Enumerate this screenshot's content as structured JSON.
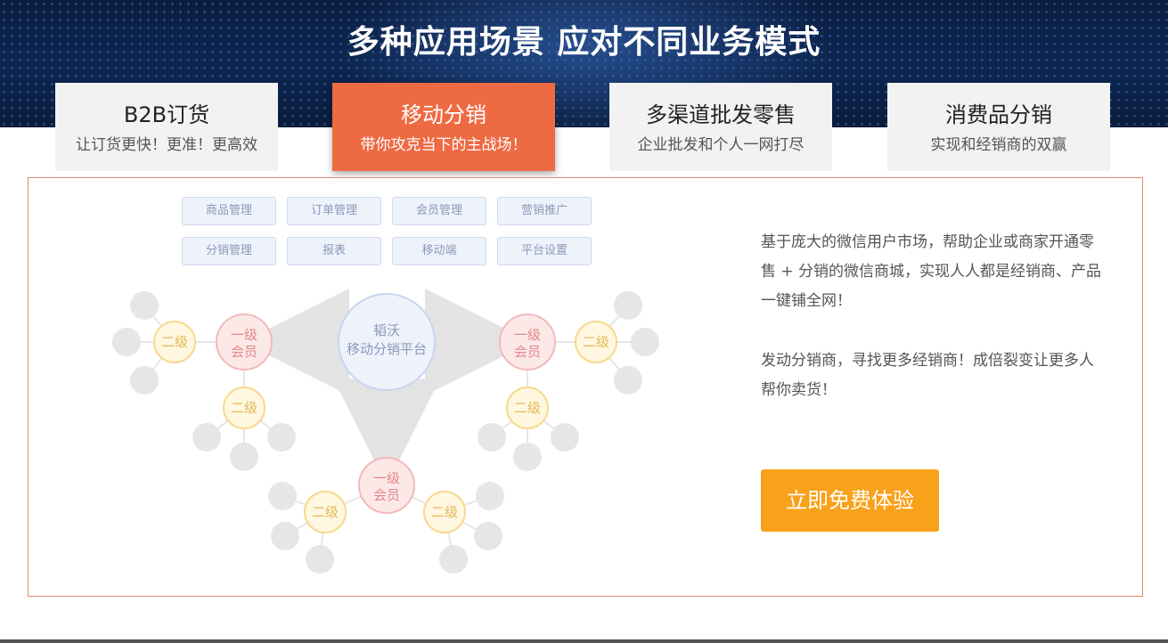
{
  "header": {
    "title": "多种应用场景 应对不同业务模式"
  },
  "tabs": [
    {
      "title": "B2B订货",
      "subtitle": "让订货更快！更准！更高效"
    },
    {
      "title": "移动分销",
      "subtitle": "带你攻克当下的主战场！"
    },
    {
      "title": "多渠道批发零售",
      "subtitle": "企业批发和个人一网打尽"
    },
    {
      "title": "消费品分销",
      "subtitle": "实现和经销商的双赢"
    }
  ],
  "diagram": {
    "modules": [
      "商品管理",
      "订单管理",
      "会员管理",
      "营销推广",
      "分销管理",
      "报表",
      "移动端",
      "平台设置"
    ],
    "center_line1": "韬沃",
    "center_line2": "移动分销平台",
    "level1_line1": "一级",
    "level1_line2": "会员",
    "level2_label": "二级"
  },
  "content": {
    "paragraph1": "基于庞大的微信用户市场，帮助企业或商家开通零 售 + 分销的微信商城，实现人人都是经销商、产品 一键铺全网！",
    "paragraph2": "发动分销商，寻找更多经销商！成倍裂变让更多人 帮你卖货！",
    "cta_label": "立即免费体验"
  },
  "colors": {
    "accent_tab": "#ee6a43",
    "cta": "#f9a11b",
    "panel_border": "#e2876a",
    "banner": "#0d2752"
  }
}
